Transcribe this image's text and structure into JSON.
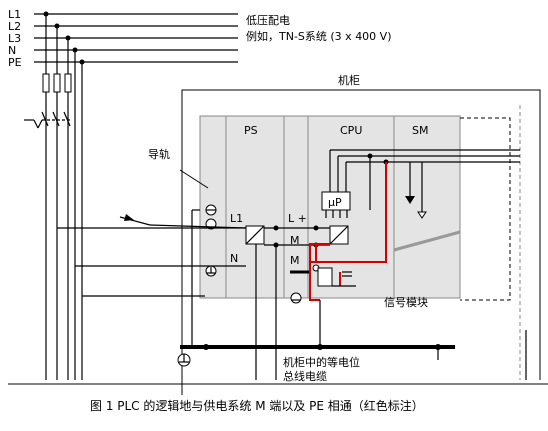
{
  "supply_lines": [
    "L1",
    "L2",
    "L3",
    "N",
    "PE"
  ],
  "supply_note": {
    "line1": "低压配电",
    "line2": "例如，TN-S系统 (3 x 400 V)"
  },
  "cabinet_label": "机柜",
  "rail_label": "导轨",
  "modules": {
    "ps": "PS",
    "cpu": "CPU",
    "sm": "SM",
    "cpu_chip": "μP",
    "signal_module": "信号模块"
  },
  "terminals": {
    "ps_l1": "L1",
    "ps_n": "N",
    "out_plus": "L +",
    "out_m1": "M",
    "out_m2": "M"
  },
  "bus_label": {
    "line1": "机柜中的等电位",
    "line2": "总线电缆"
  },
  "caption": "图 1   PLC 的逻辑地与供电系统 M 端以及 PE 相通（红色标注）",
  "colors": {
    "red_connection": "#d40000",
    "module_gray": "#e4e4e4"
  }
}
